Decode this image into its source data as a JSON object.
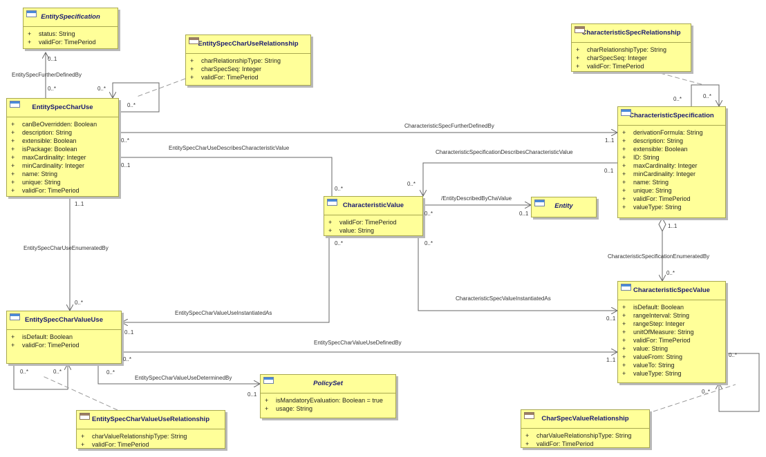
{
  "classes": {
    "entity_specification": {
      "name": "EntitySpecification",
      "attributes": [
        {
          "vis": "+",
          "text": "status: String"
        },
        {
          "vis": "+",
          "text": "validFor: TimePeriod"
        }
      ]
    },
    "entity_spec_char_use_relationship": {
      "name": "EntitySpecCharUseRelationship",
      "attributes": [
        {
          "vis": "+",
          "text": "charRelationshipType: String"
        },
        {
          "vis": "+",
          "text": "charSpecSeq: Integer"
        },
        {
          "vis": "+",
          "text": "validFor: TimePeriod"
        }
      ]
    },
    "characteristic_spec_relationship": {
      "name": "CharacteristicSpecRelationship",
      "attributes": [
        {
          "vis": "+",
          "text": "charRelationshipType: String"
        },
        {
          "vis": "+",
          "text": "charSpecSeq: Integer"
        },
        {
          "vis": "+",
          "text": "validFor: TimePeriod"
        }
      ]
    },
    "entity_spec_char_use": {
      "name": "EntitySpecCharUse",
      "attributes": [
        {
          "vis": "+",
          "text": "canBeOverridden: Boolean"
        },
        {
          "vis": "+",
          "text": "description: String"
        },
        {
          "vis": "+",
          "text": "extensible: Boolean"
        },
        {
          "vis": "+",
          "text": "isPackage: Boolean"
        },
        {
          "vis": "+",
          "text": "maxCardinality: Integer"
        },
        {
          "vis": "+",
          "text": "minCardinality: Integer"
        },
        {
          "vis": "+",
          "text": "name: String"
        },
        {
          "vis": "+",
          "text": "unique: String"
        },
        {
          "vis": "+",
          "text": "validFor: TimePeriod"
        }
      ]
    },
    "characteristic_specification": {
      "name": "CharacteristicSpecification",
      "attributes": [
        {
          "vis": "+",
          "text": "derivationFormula: String"
        },
        {
          "vis": "+",
          "text": "description: String"
        },
        {
          "vis": "+",
          "text": "extensible: Boolean"
        },
        {
          "vis": "+",
          "text": "ID: String"
        },
        {
          "vis": "+",
          "text": "maxCardinality: Integer"
        },
        {
          "vis": "+",
          "text": "minCardinality: Integer"
        },
        {
          "vis": "+",
          "text": "name: String"
        },
        {
          "vis": "+",
          "text": "unique: String"
        },
        {
          "vis": "+",
          "text": "validFor: TimePeriod"
        },
        {
          "vis": "+",
          "text": "valueType: String"
        }
      ]
    },
    "characteristic_value": {
      "name": "CharacteristicValue",
      "attributes": [
        {
          "vis": "+",
          "text": "validFor: TimePeriod"
        },
        {
          "vis": "+",
          "text": "value: String"
        }
      ]
    },
    "entity": {
      "name": "Entity",
      "attributes": []
    },
    "entity_spec_char_value_use": {
      "name": "EntitySpecCharValueUse",
      "attributes": [
        {
          "vis": "+",
          "text": "isDefault: Boolean"
        },
        {
          "vis": "+",
          "text": "validFor: TimePeriod"
        }
      ]
    },
    "characteristic_spec_value": {
      "name": "CharacteristicSpecValue",
      "attributes": [
        {
          "vis": "+",
          "text": "isDefault: Boolean"
        },
        {
          "vis": "+",
          "text": "rangeInterval: String"
        },
        {
          "vis": "+",
          "text": "rangeStep: Integer"
        },
        {
          "vis": "+",
          "text": "unitOfMeasure: String"
        },
        {
          "vis": "+",
          "text": "validFor: TimePeriod"
        },
        {
          "vis": "+",
          "text": "value: String"
        },
        {
          "vis": "+",
          "text": "valueFrom: String"
        },
        {
          "vis": "+",
          "text": "valueTo: String"
        },
        {
          "vis": "+",
          "text": "valueType: String"
        }
      ]
    },
    "policy_set": {
      "name": "PolicySet",
      "attributes": [
        {
          "vis": "+",
          "text": "isMandatoryEvaluation: Boolean = true"
        },
        {
          "vis": "+",
          "text": "usage: String"
        }
      ]
    },
    "entity_spec_char_value_use_relationship": {
      "name": "EntitySpecCharValueUseRelationship",
      "attributes": [
        {
          "vis": "+",
          "text": "charValueRelationshipType: String"
        },
        {
          "vis": "+",
          "text": "validFor: TimePeriod"
        }
      ]
    },
    "char_spec_value_relationship": {
      "name": "CharSpecValueRelationship",
      "attributes": [
        {
          "vis": "+",
          "text": "charValueRelationshipType: String"
        },
        {
          "vis": "+",
          "text": "validFor: TimePeriod"
        }
      ]
    }
  },
  "associations": {
    "entity_spec_further_defined_by": "EntitySpecFurtherDefinedBy",
    "characteristic_spec_further_defined_by": "CharacteristicSpecFurtherDefinedBy",
    "entity_spec_char_use_describes_characteristic_value": "EntitySpecCharUseDescribesCharacteristicValue",
    "characteristic_specification_describes_characteristic_value": "CharacteristicSpecificationDescribesCharacteristicValue",
    "entity_described_by_cha_value": "/EntityDescribedByChaValue",
    "entity_spec_char_use_enumerated_by": "EntitySpecCharUseEnumeratedBy",
    "characteristic_specification_enumerated_by": "CharacteristicSpecificationEnumeratedBy",
    "characteristic_spec_value_instantiated_as": "CharacteristicSpecValueInstantiatedAs",
    "entity_spec_char_value_use_instantiated_as": "EntitySpecCharValueUseInstantiatedAs",
    "entity_spec_char_value_use_defined_by": "EntitySpecCharValueUseDefinedBy",
    "entity_spec_char_value_use_determined_by": "EntitySpecCharValueUseDeterminedBy"
  },
  "multiplicities": {
    "zero_one": "0..1",
    "zero_many": "0..*",
    "one_one": "1..1"
  },
  "colors": {
    "class_fill": "#ffff99",
    "class_border": "#a7a74f",
    "title_text": "#1a1a70",
    "line": "#666666"
  }
}
